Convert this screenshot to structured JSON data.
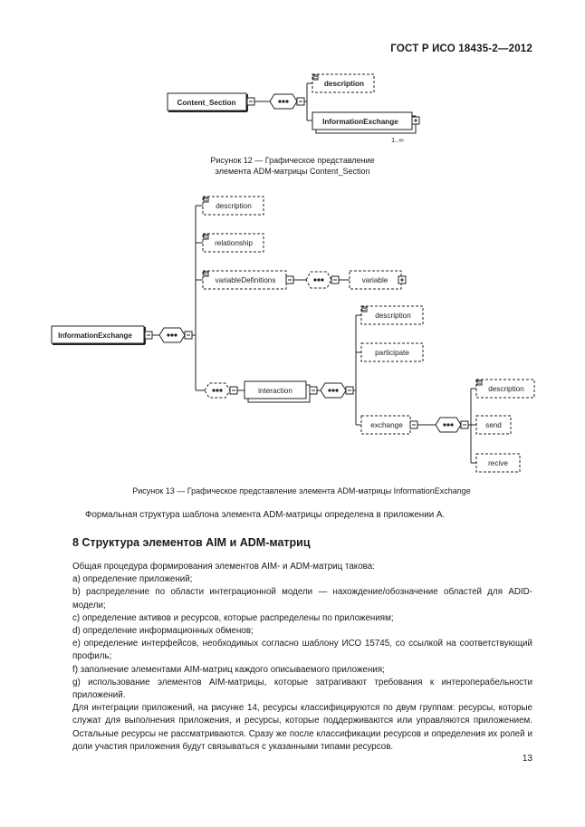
{
  "header": {
    "standard": "ГОСТ Р ИСО 18435-2—2012"
  },
  "figure12": {
    "root": "Content_Section",
    "children": [
      "description",
      "InformationExchange"
    ],
    "multiplicity": "1..∞",
    "caption_line1": "Рисунок 12 — Графическое представление",
    "caption_line2": "элемента ADM-матрицы Content_Section"
  },
  "figure13": {
    "root": "InformationExchange",
    "children": [
      "description",
      "relationship",
      "variableDefinitions"
    ],
    "variable": "variable",
    "interaction": "interaction",
    "interaction_children": [
      "description",
      "participate",
      "exchange"
    ],
    "exchange_children": [
      "description",
      "send",
      "recive"
    ],
    "caption": "Рисунок 13 — Графическое представление элемента ADM-матрицы InformationExchange"
  },
  "text": {
    "intro": "Формальная структура шаблона элемента ADM-матрицы определена в приложении А.",
    "section_title": "8 Структура элементов AIM и ADM-матриц",
    "p_general": "Общая процедура формирования элементов AIM- и ADM-матриц такова:",
    "item_a": "а) определение приложений;",
    "item_b": "b) распределение по области интеграционной модели — нахождение/обозначение областей для ADID-модели;",
    "item_c": "с) определение активов и ресурсов, которые распределены по приложениям;",
    "item_d": "d) определение информационных обменов;",
    "item_e": "е) определение интерфейсов, необходимых согласно шаблону ИСО 15745, со ссылкой на соответствующий профиль;",
    "item_f": "f) заполнение элементами AIM-матриц каждого описываемого приложения;",
    "item_g": "g) использование элементов AIM-матрицы, которые затрагивают требования к интероперабельности приложений.",
    "p_integration": "Для интеграции приложений, на рисунке 14, ресурсы классифицируются по двум группам: ресурсы, которые служат для выполнения приложения, и ресурсы, которые поддерживаются или управляются приложением. Остальные ресурсы не рассматриваются. Сразу же после классификации ресурсов и определения их ролей и доли участия приложения будут связываться с указанными типами ресурсов."
  },
  "page_number": "13"
}
